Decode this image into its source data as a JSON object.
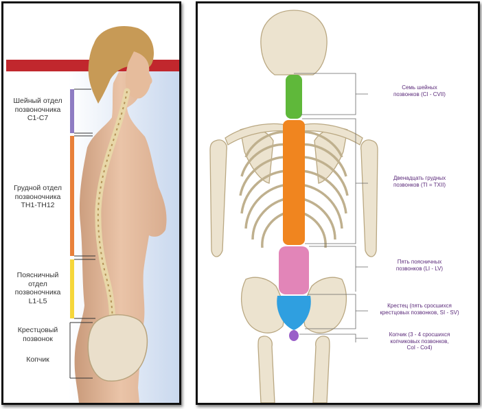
{
  "colors": {
    "cervical": "#8e7cc3",
    "thoracic": "#e8803a",
    "lumbar": "#f5d63a",
    "sacrum": "#2a9ad6",
    "coccyx": "#8b57c2",
    "cervical_spine": "#5fb83a",
    "thoracic_spine": "#f0851f",
    "lumbar_spine": "#e285b8",
    "sacrum_spine": "#2f9fe0",
    "coccyx_spine": "#9a5fc8",
    "label_text": "#5b2a7a",
    "red_band": "#c1272d"
  },
  "left_panel": {
    "cervical": {
      "line1": "Шейный отдел",
      "line2": "позвоночника",
      "line3": "C1-C7"
    },
    "thoracic": {
      "line1": "Грудной отдел",
      "line2": "позвоночника",
      "line3": "TH1-TH12"
    },
    "lumbar": {
      "line1": "Поясничный",
      "line2": "отдел",
      "line3": "позвоночника",
      "line4": "L1-L5"
    },
    "sacral": {
      "line1": "Крестцовый",
      "line2": "позвонок"
    },
    "coccyx": {
      "line1": "Копчик"
    }
  },
  "right_panel": {
    "cervical": {
      "line1": "Семь шейных",
      "line2": "позвонков (CI - CVII)"
    },
    "thoracic": {
      "line1": "Двенадцать грудных",
      "line2": "позвонков (TI = TXII)"
    },
    "lumbar": {
      "line1": "Пять поясничных",
      "line2": "позвонков (LI - LV)"
    },
    "sacrum": {
      "line1": "Крестец (пять сросшихся",
      "line2": "крестцовых позвонков, SI - SV)"
    },
    "coccyx": {
      "line1": "Копчик (3 - 4 сросшихся",
      "line2": "копчиковых позвонков,",
      "line3": "CoI - Co4)"
    }
  }
}
